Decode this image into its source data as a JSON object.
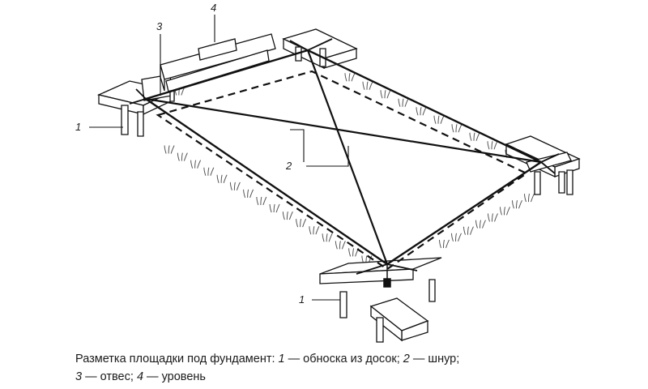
{
  "callouts": {
    "formwork": "1",
    "cord": "2",
    "plumb": "3",
    "level": "4"
  },
  "caption": {
    "lead": "Разметка площадки под фундамент: ",
    "n1": "1",
    "t1": " — обноска из досок; ",
    "n2": "2",
    "t2": " — шнур;",
    "n3": "3",
    "t3": " — отвес; ",
    "n4": "4",
    "t4": " — уровень"
  },
  "colors": {
    "line": "#111111",
    "board_fill": "#ffffff",
    "grass": "#555555"
  }
}
